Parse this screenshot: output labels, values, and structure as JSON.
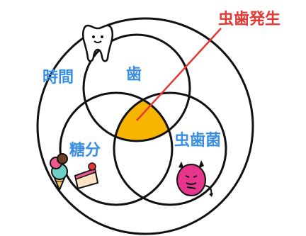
{
  "labels": {
    "caries": "虫歯発生",
    "time": "時間",
    "tooth": "歯",
    "sugar": "糖分",
    "bacteria": "虫歯菌"
  },
  "colors": {
    "text_blue": "#3b8fe0",
    "text_red": "#e53935",
    "overlap_fill": "#f7b500",
    "outline": "#111111",
    "bacteria_pink": "#e6358c"
  },
  "icons": [
    "tooth-icon",
    "ice-cream-icon",
    "cake-icon",
    "bacteria-devil-icon"
  ]
}
